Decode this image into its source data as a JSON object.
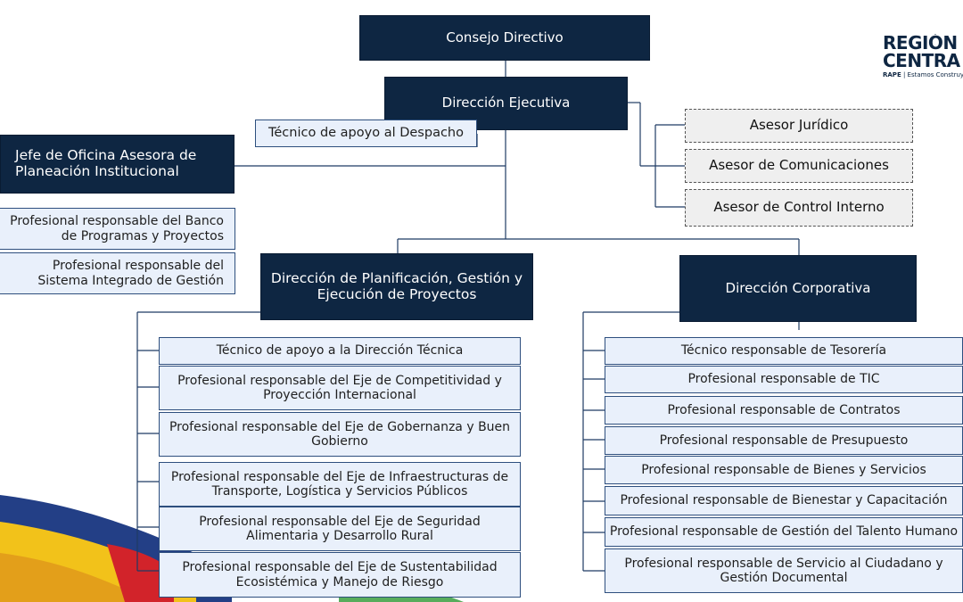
{
  "logo": {
    "line1": "REGIÓN",
    "line2": "CENTRA",
    "tag_strong": "RAPE",
    "tag_rest": " | Estamos Construyendo"
  },
  "colors": {
    "dark": "#0e2642",
    "light": "#e9f0fb",
    "line": "#1f3b63"
  },
  "nodes": {
    "consejo": "Consejo Directivo",
    "direccion_ejecutiva": "Dirección Ejecutiva",
    "tecnico_despacho": "Técnico de apoyo al Despacho",
    "jefe_planeacion": "Jefe de Oficina Asesora de Planeación Institucional",
    "prof_banco": "Profesional responsable del Banco de Programas y Proyectos",
    "prof_sistema": "Profesional responsable del Sistema Integrado de Gestión",
    "asesor_juridico": "Asesor Jurídico",
    "asesor_comunicaciones": "Asesor de Comunicaciones",
    "asesor_control": "Asesor de Control Interno",
    "direccion_planificacion": "Dirección de Planificación, Gestión y Ejecución de Proyectos",
    "direccion_corporativa": "Dirección Corporativa"
  },
  "planificacion_items": [
    "Técnico de apoyo a la Dirección Técnica",
    "Profesional responsable del Eje de Competitividad y Proyección Internacional",
    "Profesional responsable del Eje de Gobernanza y Buen Gobierno",
    "Profesional responsable del Eje de Infraestructuras de Transporte, Logística y Servicios Públicos",
    "Profesional responsable del Eje de Seguridad Alimentaria y Desarrollo Rural",
    "Profesional responsable del Eje de Sustentabilidad Ecosistémica y Manejo de Riesgo"
  ],
  "corporativa_items": [
    "Técnico responsable de Tesorería",
    "Profesional responsable de TIC",
    "Profesional responsable de Contratos",
    "Profesional responsable de Presupuesto",
    "Profesional responsable de Bienes y Servicios",
    "Profesional responsable de Bienestar y Capacitación",
    "Profesional responsable de Gestión del Talento Humano",
    "Profesional responsable de Servicio al Ciudadano y Gestión Documental"
  ]
}
